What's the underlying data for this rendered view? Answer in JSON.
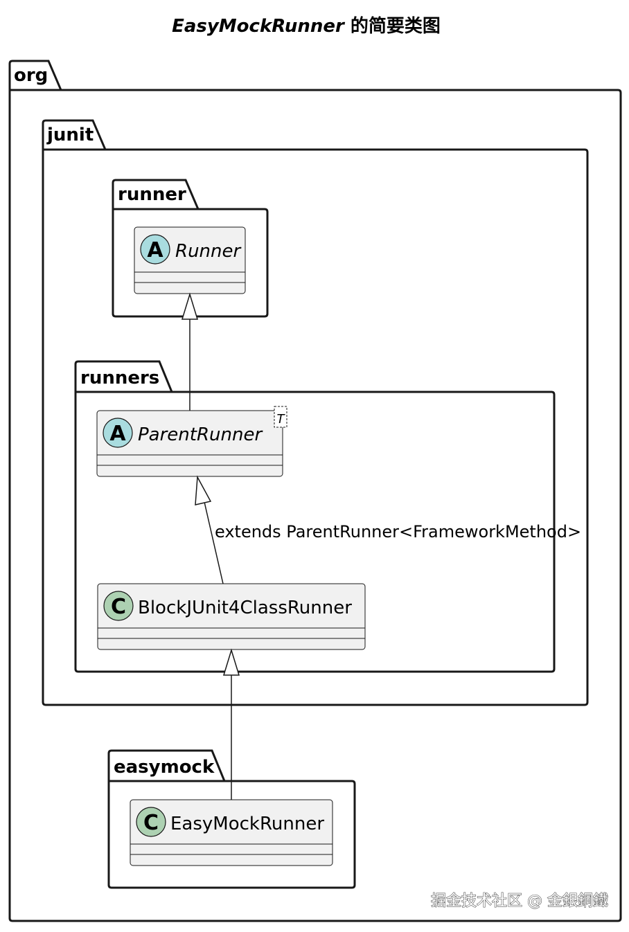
{
  "diagram": {
    "title_class": "EasyMockRunner",
    "title_suffix": " 的简要类图",
    "packages": {
      "org": "org",
      "junit": "junit",
      "runner": "runner",
      "runners": "runners",
      "easymock": "easymock"
    },
    "classes": {
      "runner": {
        "name": "Runner",
        "stereotype_letter": "A",
        "abstract": true
      },
      "parent_runner": {
        "name": "ParentRunner",
        "stereotype_letter": "A",
        "abstract": true,
        "generic_param": "T"
      },
      "block_runner": {
        "name": "BlockJUnit4ClassRunner",
        "stereotype_letter": "C",
        "abstract": false
      },
      "easymock_runner": {
        "name": "EasyMockRunner",
        "stereotype_letter": "C",
        "abstract": false
      }
    },
    "relations": {
      "block_extends_parent_label": "extends ParentRunner<FrameworkMethod>"
    },
    "colors": {
      "abstract_circle": "#A9DCDF",
      "class_circle": "#ADD1B2",
      "class_box_fill": "#F1F1F1",
      "package_fill": "#FFFFFF",
      "stroke": "#181818"
    }
  },
  "watermark": "掘金技术社区 @ 金銀銅鐵"
}
